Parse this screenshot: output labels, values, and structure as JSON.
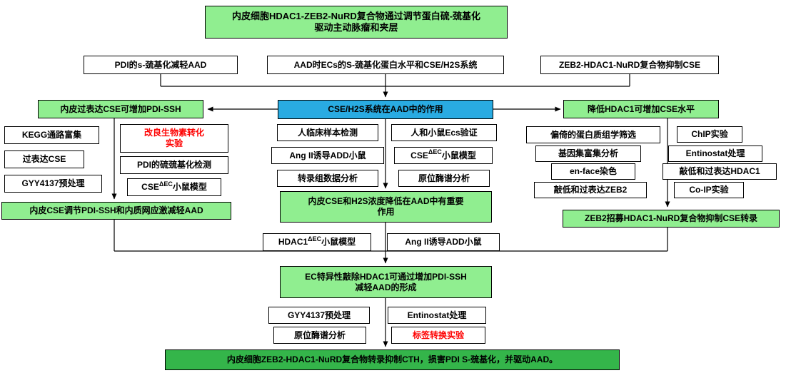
{
  "colors": {
    "light_green": "#90EE90",
    "blue": "#29ABE2",
    "dark_green": "#34B54A",
    "red_text": "#FE0000",
    "line": "#000000"
  },
  "nodes": {
    "main_title": "内皮细胞HDAC1-ZEB2-NuRD复合物通过调节蛋白硫-巯基化\n驱动主动脉瘤和夹层",
    "pdi_ssh_reduces_aad": "PDI的s-巯基化减轻AAD",
    "aad_ecs_ssh_level": "AAD时ECs的S-巯基化蛋白水平和CSE/H2S系统",
    "zeb2_complex_inhibits_cse": "ZEB2-HDAC1-NuRD复合物抑制CSE",
    "cse_h2s_role_in_aad": "CSE/H2S系统在AAD中的作用",
    "endo_overexpress_cse_pdi_ssh": "内皮过表达CSE可增加PDI-SSH",
    "lower_hdac1_increase_cse": "降低HDAC1可增加CSE水平",
    "kegg_enrichment": "KEGG通路富集",
    "overexpress_cse": "过表达CSE",
    "gyy4137_pretreatment": "GYY4137预处理",
    "modified_biotin_switch": "改良生物素转化\n实验",
    "pdi_sulfhydration_detection": "PDI的硫巯基化检测",
    "cse_delta_ec_mouse": {
      "pre": "CSE",
      "sup": "ΔEC",
      "post": "小鼠模型"
    },
    "human_clinical_samples": "人临床样本检测",
    "angii_induced_add_mouse": "Ang II诱导ADD小鼠",
    "transcriptome_analysis": "转录组数据分析",
    "human_mouse_ecs_validation": "人和小鼠Ecs验证",
    "in_situ_zymography": "原位酶谱分析",
    "center_conclusion_1": "内皮CSE和H2S浓度降低在AAD中有重要\n作用",
    "unbiased_proteomics_screen": "偏倚的蛋白质组学筛选",
    "gene_set_enrichment": "基因集富集分析",
    "en_face_staining": "en-face染色",
    "kd_oe_zeb2": "敲低和过表达ZEB2",
    "chip_assay": "ChIP实验",
    "entinostat_treatment": "Entinostat处理",
    "kd_oe_hdac1": "敲低和过表达HDAC1",
    "coip_assay": "Co-IP实验",
    "left_conclusion": "内皮CSE调节PDI-SSH和内质网应激减轻AAD",
    "right_conclusion": "ZEB2招募HDAC1-NuRD复合物抑制CSE转录",
    "hdac1_delta_ec_mouse": {
      "pre": "HDAC1",
      "sup": "ΔEC",
      "post": "小鼠模型"
    },
    "center_conclusion_2": "EC特异性敲除HDAC1可通过增加PDI-SSH\n减轻AAD的形成",
    "tag_switch_assay": "标签转换实验",
    "final_conclusion": "内皮细胞ZEB2-HDAC1-NuRD复合物转录抑制CTH，损害PDI S-巯基化，并驱动AAD。"
  }
}
